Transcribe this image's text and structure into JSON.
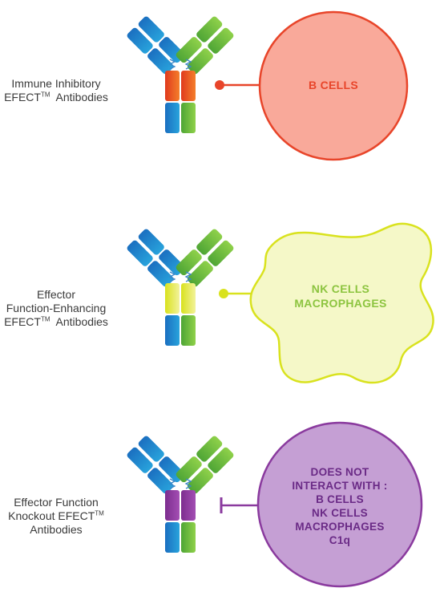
{
  "panels": [
    {
      "label_lines": [
        "Immune Inhibitory",
        "EFECT",
        "Antibodies"
      ],
      "tm": "TM",
      "fc_colors": [
        "#e03a1e",
        "#f47e2b"
      ],
      "target_lines": [
        "B CELLS"
      ],
      "target_text_color": "#e8452a",
      "target_fill": "#f9a99a",
      "target_stroke": "#e8452a",
      "connector": "dot"
    },
    {
      "label_lines": [
        "Effector",
        "Function-Enhancing",
        "EFECT",
        "Antibodies"
      ],
      "tm": "TM",
      "fc_colors": [
        "#d9e21e",
        "#f2f29a"
      ],
      "target_lines": [
        "NK CELLS",
        "MACROPHAGES"
      ],
      "target_text_color": "#8cc43f",
      "target_fill": "#f5f8c8",
      "target_stroke": "#d9e21e",
      "connector": "dot"
    },
    {
      "label_lines": [
        "Effector Function",
        "Knockout EFECT",
        "Antibodies"
      ],
      "tm": "TM",
      "fc_colors": [
        "#7d2e8f",
        "#a34eb3"
      ],
      "target_lines": [
        "DOES NOT",
        "INTERACT WITH :",
        "B CELLS",
        "NK CELLS",
        "MACROPHAGES",
        "C1q"
      ],
      "target_text_color": "#6a2a86",
      "target_fill": "#c59fd4",
      "target_stroke": "#8a3a9e",
      "connector": "bar"
    }
  ],
  "colors": {
    "blue_dark": "#1b6fc0",
    "blue_light": "#28a3dc",
    "green_dark": "#4ea535",
    "green_light": "#8fd14a",
    "hinge": "#3b86c8"
  }
}
